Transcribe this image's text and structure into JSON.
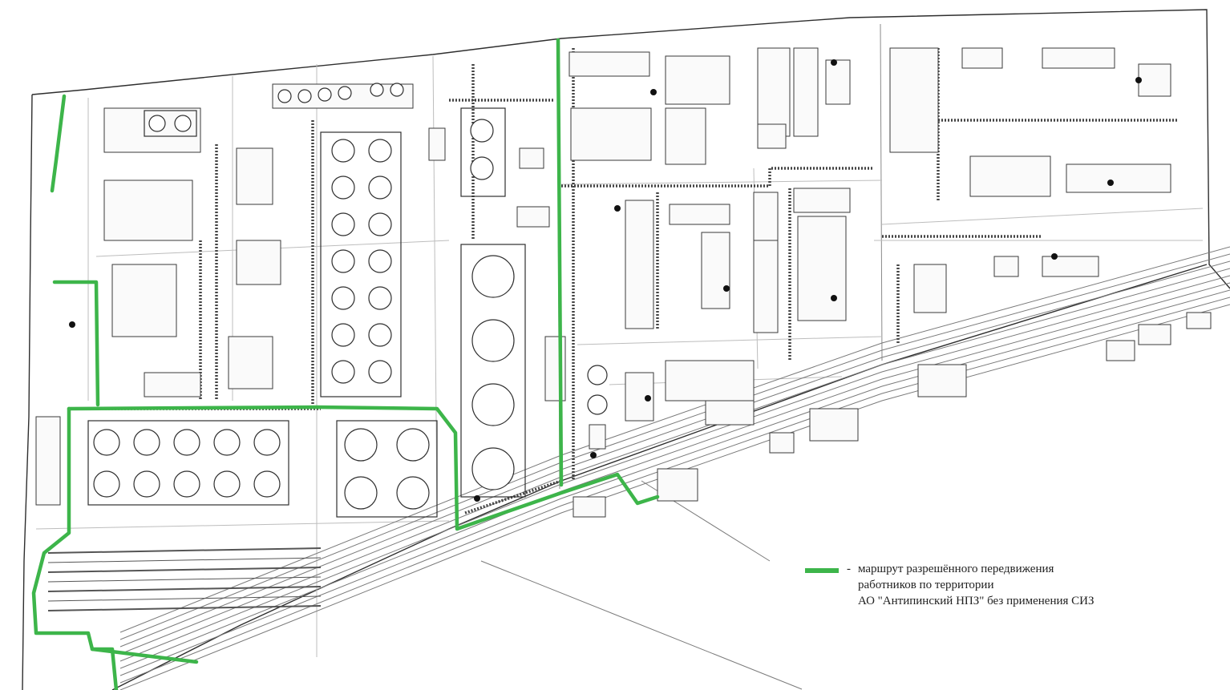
{
  "colors": {
    "route": "#3db54a",
    "linework": "#2e2e2e",
    "faint": "#8a8a8a",
    "road": "#c9c9c9",
    "paper": "#ffffff"
  },
  "legend": {
    "swatch_color": "#3db54a",
    "dash": "-",
    "line1": "маршрут разрешённого передвижения",
    "line2": "работников по территории",
    "line3": "АО \"Антипинский НПЗ\" без применения СИЗ"
  }
}
